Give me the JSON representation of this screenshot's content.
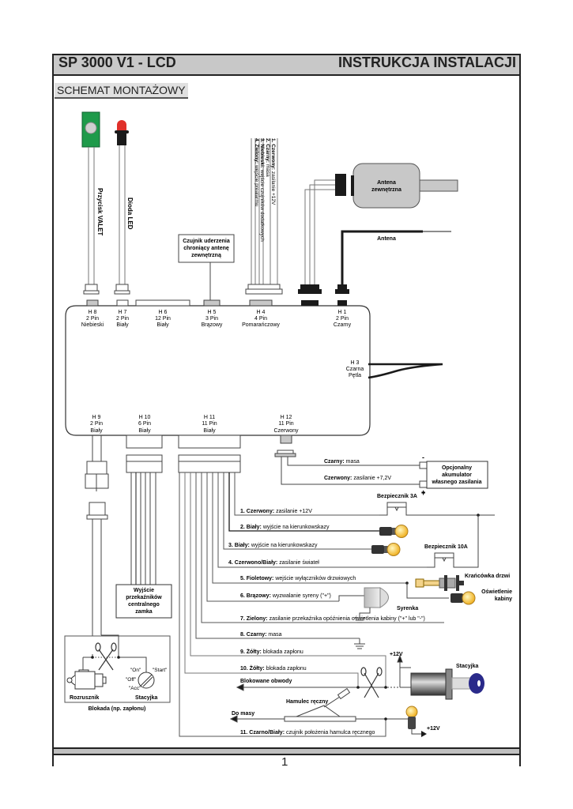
{
  "header": {
    "left_title": "SP 3000 V1 - LCD",
    "right_title": "INSTRUKCJA INSTALACJI"
  },
  "section_title": "SCHEMAT MONTAŻOWY",
  "page_number": "1",
  "top_components": {
    "valet_button": "Przycisk VALET",
    "led": "Dioda LED",
    "shock_sensor": [
      "Czujnik uderzenia",
      "chroniący antenę",
      "zewnętrzną"
    ],
    "external_antenna": [
      "Antena",
      "zewnętrzna"
    ],
    "antenna": "Antena",
    "h4_wires": [
      {
        "color": "1. Czerwony:",
        "desc": "zasilanie +12V"
      },
      {
        "color": "2. Czarny:",
        "desc": "masa"
      },
      {
        "color": "3. Niebieski:",
        "desc": "wejście czujników dodatkowych"
      },
      {
        "color": "4. Zielony:",
        "desc": "wejście prealarmu"
      }
    ]
  },
  "connectors_top": [
    {
      "id": "H 8",
      "pins": "2 Pin",
      "color": "Niebieski"
    },
    {
      "id": "H 7",
      "pins": "2 Pin",
      "color": "Biały"
    },
    {
      "id": "H 6",
      "pins": "12 Pin",
      "color": "Biały"
    },
    {
      "id": "H 5",
      "pins": "3 Pin",
      "color": "Brązowy"
    },
    {
      "id": "H 4",
      "pins": "4 Pin",
      "color": "Pomarańczowy"
    },
    {
      "id": "H 1",
      "pins": "2 Pin",
      "color": "Czarny"
    }
  ],
  "connector_side": {
    "id": "H 3",
    "color": "Czarna",
    "type": "Pętla"
  },
  "connectors_bottom": [
    {
      "id": "H 9",
      "pins": "2 Pin",
      "color": "Biały"
    },
    {
      "id": "H 10",
      "pins": "6 Pin",
      "color": "Biały"
    },
    {
      "id": "H 11",
      "pins": "11 Pin",
      "color": "Biały"
    },
    {
      "id": "H 12",
      "pins": "11 Pin",
      "color": "Czerwony"
    }
  ],
  "battery": {
    "box": [
      "Opcjonalny",
      "akumulator",
      "własnego zasilania"
    ],
    "wire_black": {
      "color": "Czarny:",
      "desc": "masa"
    },
    "wire_red": {
      "color": "Czerwony:",
      "desc": "zasilanie +7,2V"
    },
    "minus": "-",
    "plus": "+"
  },
  "wires": [
    {
      "color": "1. Czerwony:",
      "desc": "zasilanie +12V"
    },
    {
      "color": "2. Biały:",
      "desc": "wyjście na kierunkowskazy"
    },
    {
      "color": "3. Biały:",
      "desc": "wyjście na kierunkowskazy"
    },
    {
      "color": "4. Czerwono/Biały:",
      "desc": "zasilanie świateł"
    },
    {
      "color": "5. Fioletowy:",
      "desc": "wejście wyłączników drzwiowych"
    },
    {
      "color": "6. Brązowy:",
      "desc": "wyzwalanie syreny (\"+\")"
    },
    {
      "color": "7. Zielony:",
      "desc": "zasilanie przekaźnika opóźnienia oświetlenia kabiny (\"+\" lub \"-\")"
    },
    {
      "color": "8. Czarny:",
      "desc": "masa"
    },
    {
      "color": "9. Żółty:",
      "desc": "blokada zapłonu"
    },
    {
      "color": "10. Żółty:",
      "desc": "blokada zapłonu"
    },
    {
      "color": "11. Czarno/Biały:",
      "desc": "czujnik położenia hamulca ręcznego"
    }
  ],
  "labels": {
    "fuse_3a": "Bezpiecznik 3A",
    "fuse_10a": "Bezpiecznik 10A",
    "plus_sign": "+",
    "door_switch": "Krańcówka drzwi",
    "cabin_light": [
      "Oświetlenie",
      "kabiny"
    ],
    "siren": "Syrenka",
    "central_lock": [
      "Wyjście",
      "przekaźników",
      "centralnego",
      "zamka"
    ],
    "plus12v_a": "+12V",
    "plus12v_b": "+12V",
    "ignition": "Stacyjka",
    "blocked_circuits": "Blokowane obwody",
    "handbrake": "Hamulec ręczny",
    "to_ground": "Do masy",
    "blockade_box": {
      "title": "Blokada (np. zapłonu)",
      "starter": "Rozrusznik",
      "ignition": "Stacyjka",
      "on": "\"On\"",
      "start": "\"Start\"",
      "off": "\"Off\"",
      "acc": "\"Acc\""
    }
  },
  "colors": {
    "header_bg": "#c8c8c8",
    "valet_green": "#1e9a4a",
    "led_red": "#e0302a",
    "bulb_yellow": "#f7c948",
    "key_blue": "#2a2a8a",
    "connector_gray": "#c8c8c8",
    "connector_black": "#1a1a1a"
  }
}
